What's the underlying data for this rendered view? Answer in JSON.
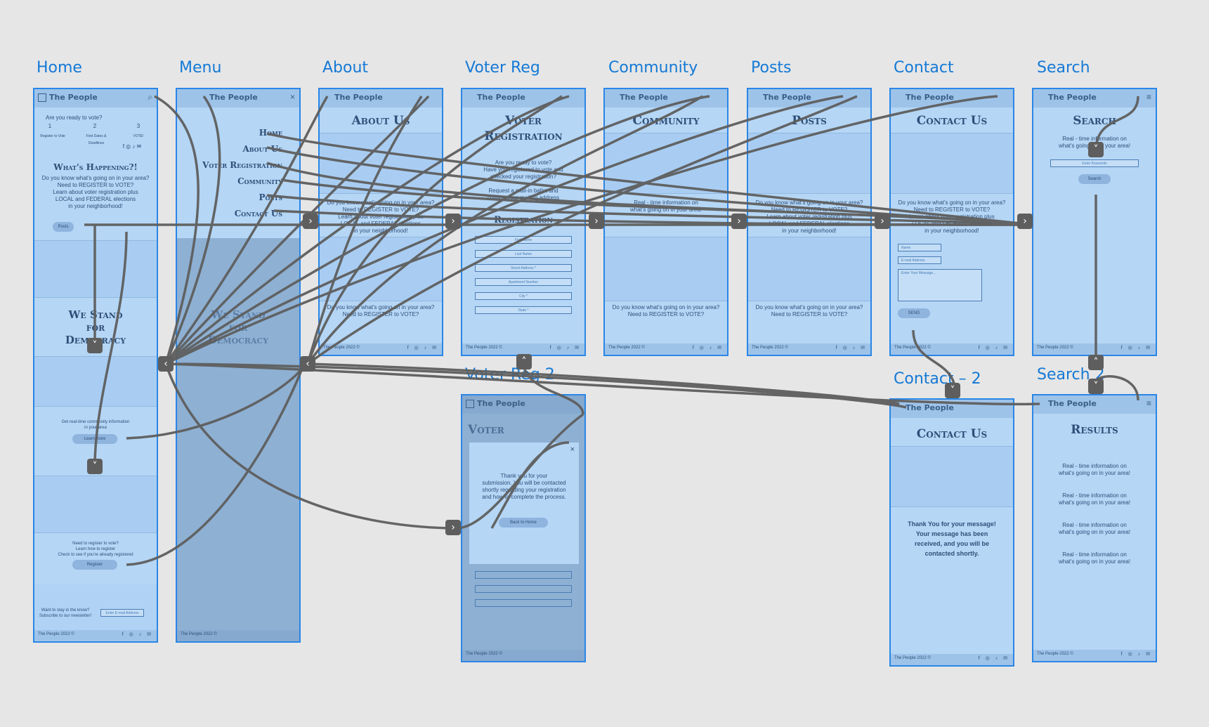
{
  "boards": [
    {
      "key": "home",
      "title": "Home"
    },
    {
      "key": "menu",
      "title": "Menu"
    },
    {
      "key": "about",
      "title": "About"
    },
    {
      "key": "voter",
      "title": "Voter Reg"
    },
    {
      "key": "community",
      "title": "Community"
    },
    {
      "key": "posts",
      "title": "Posts"
    },
    {
      "key": "contact",
      "title": "Contact"
    },
    {
      "key": "search",
      "title": "Search"
    },
    {
      "key": "voter2",
      "title": "Voter Reg 2"
    },
    {
      "key": "contact2",
      "title": "Contact – 2"
    },
    {
      "key": "search2",
      "title": "Search 2"
    }
  ],
  "brand": "The People",
  "footer_text": "The People 2022 ©",
  "social_icons": "f ◎ ♪ ✉",
  "home": {
    "ready": "Are you ready to vote?",
    "steps": [
      "1",
      "2",
      "3"
    ],
    "step_labels": [
      "Register to Vote",
      "Find Dates & Deadlines",
      "VOTE!"
    ],
    "heading": "What's Happening?!",
    "intro": "Do you know what's going on in your area?\nNeed to REGISTER to VOTE?\nLearn about voter registration plus\nLOCAL and FEDERAL elections\nin your neighborhood!",
    "btn_posts": "Posts",
    "stand": "We Stand\nfor\nDemocracy",
    "community_text": "Get real-time community information\nin your area",
    "learn_more": "Learn more",
    "register_text": "Need to register to vote?\nLearn how to register\nCheck to see if you're already registered",
    "register_btn": "Register",
    "stay": "Want to stay in the know?\nSubscribe to our newsletter!",
    "email_placeholder": "Enter E-mail Address"
  },
  "menu": {
    "items": [
      "Home",
      "About Us",
      "Voter Registration",
      "Community",
      "Posts",
      "Contact Us"
    ]
  },
  "about": {
    "heading": "About Us",
    "text1": "Do you know what's going on in your area?\nNeed to REGISTER to VOTE?\nLearn about voter registration plus\nLOCAL and FEDERAL elections\nin your neighborhood!",
    "text2": "Do you know what's going on in your area?\nNeed to REGISTER to VOTE?"
  },
  "voter": {
    "heading": "Voter\nRegistration",
    "text": "Are you ready to vote?\nHave you registered to vote and\nchecked your registration?\n\nRequest a mail-in ballot and\nconfirm your mailing address",
    "form_heading": "Registration",
    "fields": [
      "First Name",
      "Last Name",
      "Street Address *",
      "Apartment Number",
      "City *",
      "State *"
    ]
  },
  "community": {
    "heading": "Community",
    "text1": "Real - time information on\nwhat's going on in your area!",
    "text2": "Do you know what's going on in your area?\nNeed to REGISTER to VOTE?"
  },
  "posts": {
    "heading": "Posts",
    "text1": "Do you know what's going on in your area?\nNeed to REGISTER to VOTE?\nLearn about voter registration plus\nLOCAL and FEDERAL elections\nin your neighborhood!",
    "text2": "Do you know what's going on in your area?\nNeed to REGISTER to VOTE?"
  },
  "contact": {
    "heading": "Contact Us",
    "text": "Do you know what's going on in your area?\nNeed to REGISTER to VOTE?\nLearn about voter registration plus\nLOCAL and FEDERAL elections\nin your neighborhood!",
    "name": "Name",
    "email": "E-mail Address",
    "message": "Enter Your Message...",
    "send": "SEND"
  },
  "search": {
    "heading": "Search",
    "text": "Real - time information on\nwhat's going on in your area!",
    "input_placeholder": "Enter Keywords",
    "button": "Search"
  },
  "voter2": {
    "heading": "Voter",
    "modal_text": "Thank you for your\nsubmission. You will be contacted\nshortly regarding your registration\nand how to complete the process.",
    "back_button": "Back to Home",
    "close": "×"
  },
  "contact2": {
    "heading": "Contact Us",
    "thanks": "Thank You for your message!\nYour message has been\nreceived, and you will be\ncontacted shortly."
  },
  "search2": {
    "heading": "Results",
    "result": "Real - time information on\nwhat's going on in your area!"
  }
}
